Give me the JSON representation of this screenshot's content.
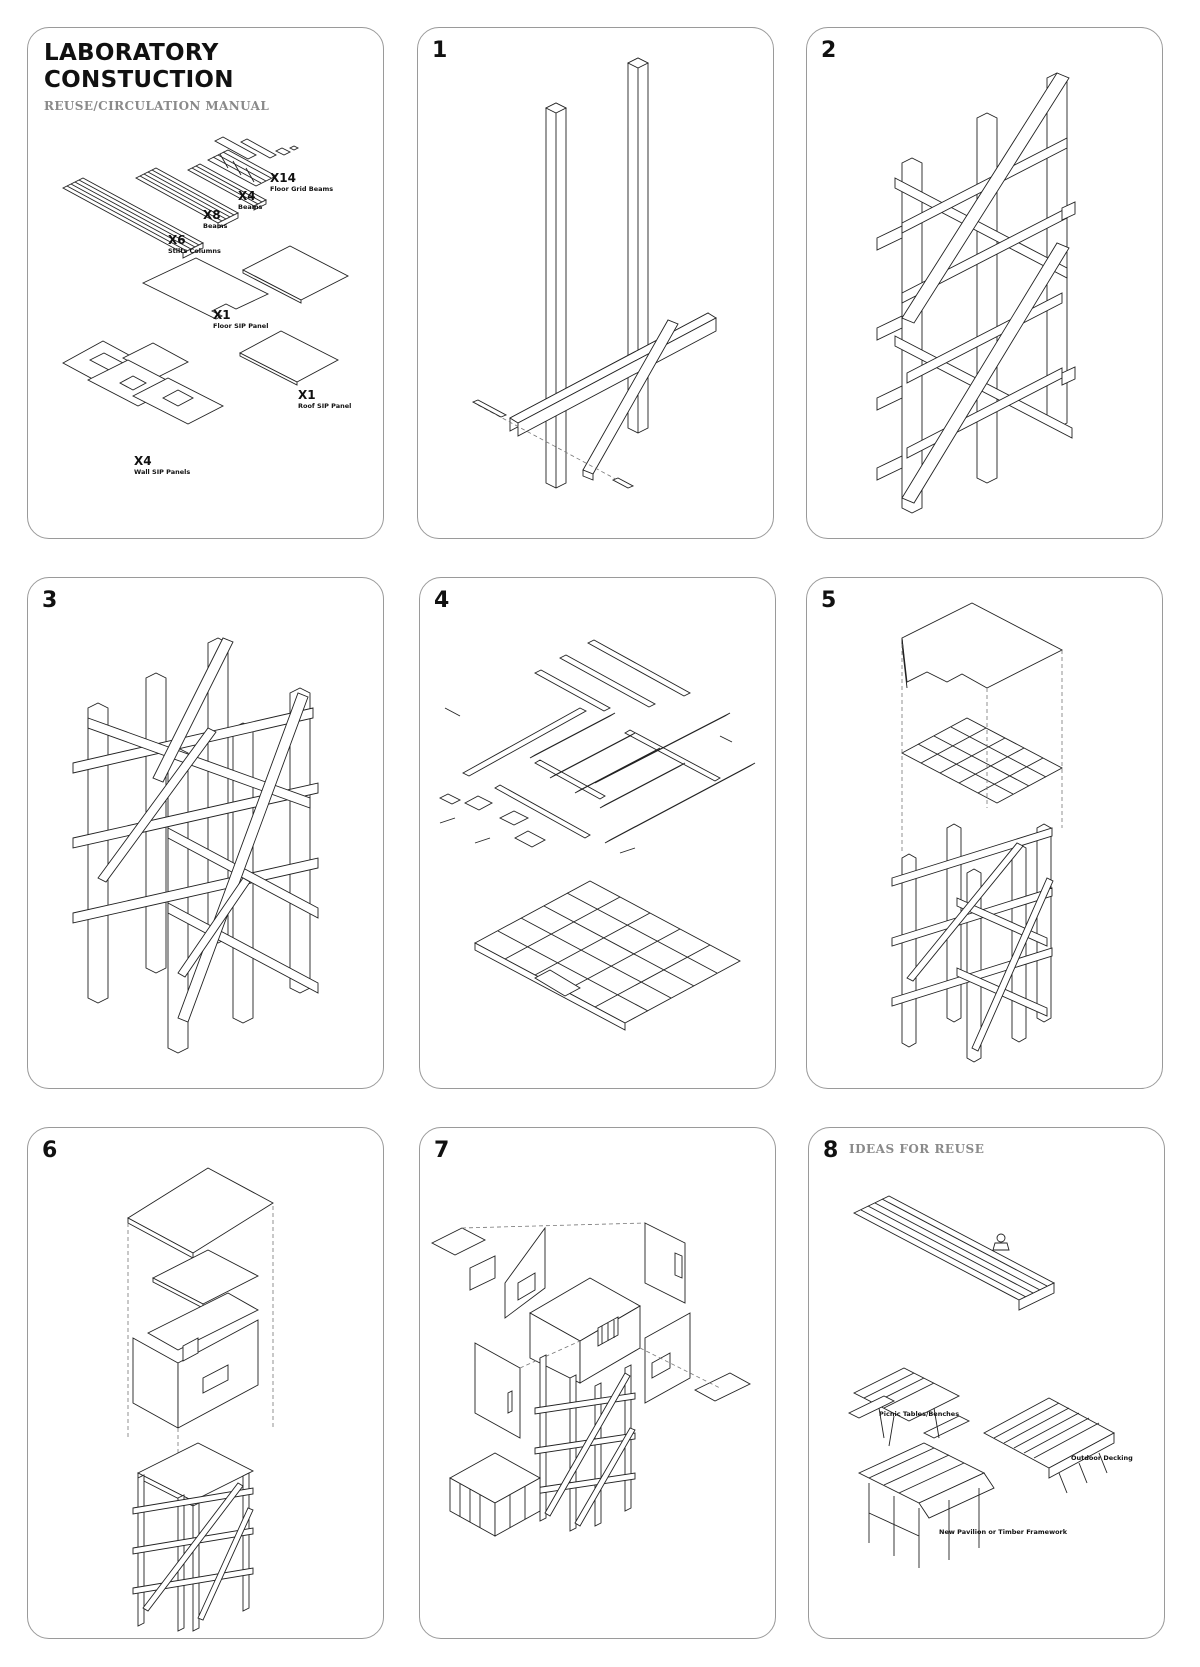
{
  "cover": {
    "title_line1": "LABORATORY",
    "title_line2": "CONSTUCTION",
    "subtitle": "REUSE/CIRCULATION MANUAL",
    "parts": [
      {
        "qty": "X14",
        "name": "Floor Grid Beams"
      },
      {
        "qty": "X4",
        "name": "Beams"
      },
      {
        "qty": "X8",
        "name": "Beams"
      },
      {
        "qty": "X6",
        "name": "Stilts Columns"
      },
      {
        "qty": "X1",
        "name": "Floor SIP Panel"
      },
      {
        "qty": "X1",
        "name": "Roof SIP Panel"
      },
      {
        "qty": "X4",
        "name": "Wall SIP Panels"
      }
    ]
  },
  "steps": [
    "1",
    "2",
    "3",
    "4",
    "5",
    "6",
    "7"
  ],
  "reuse": {
    "number": "8",
    "title": "IDEAS FOR REUSE",
    "ideas": [
      "Picnic Tables/Benches",
      "Outdoor Decking",
      "New Pavilion or Timber Framework"
    ]
  }
}
